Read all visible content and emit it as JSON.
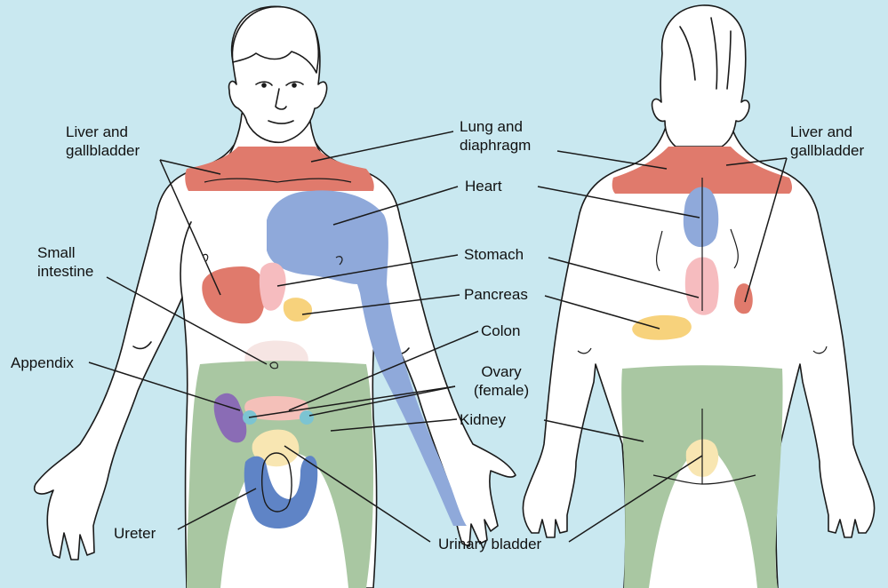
{
  "labels": {
    "liver_front": [
      "Liver and",
      "gallbladder"
    ],
    "lung": [
      "Lung and",
      "diaphragm"
    ],
    "liver_back": [
      "Liver and",
      "gallbladder"
    ],
    "heart": "Heart",
    "small_intestine": [
      "Small",
      "intestine"
    ],
    "stomach": "Stomach",
    "pancreas": "Pancreas",
    "colon": "Colon",
    "appendix": "Appendix",
    "ovary": [
      "Ovary",
      "(female)"
    ],
    "kidney": "Kidney",
    "ureter": "Ureter",
    "urinary_bladder": "Urinary bladder"
  },
  "colors": {
    "background": "#c9e8f0",
    "lung_diaphragm": "#e07a6c",
    "liver_gallbladder": "#e07a6c",
    "heart": "#8fa9da",
    "stomach": "#f6bcbf",
    "pancreas": "#f7d27c",
    "small_intestine": "#f6e5e3",
    "colon": "#f4c0b9",
    "appendix": "#8a6cb5",
    "ovary": "#7cc4d2",
    "kidney": "#a9c7a2",
    "ureter": "#5f84c6",
    "urinary_bladder": "#f8e6b2"
  }
}
